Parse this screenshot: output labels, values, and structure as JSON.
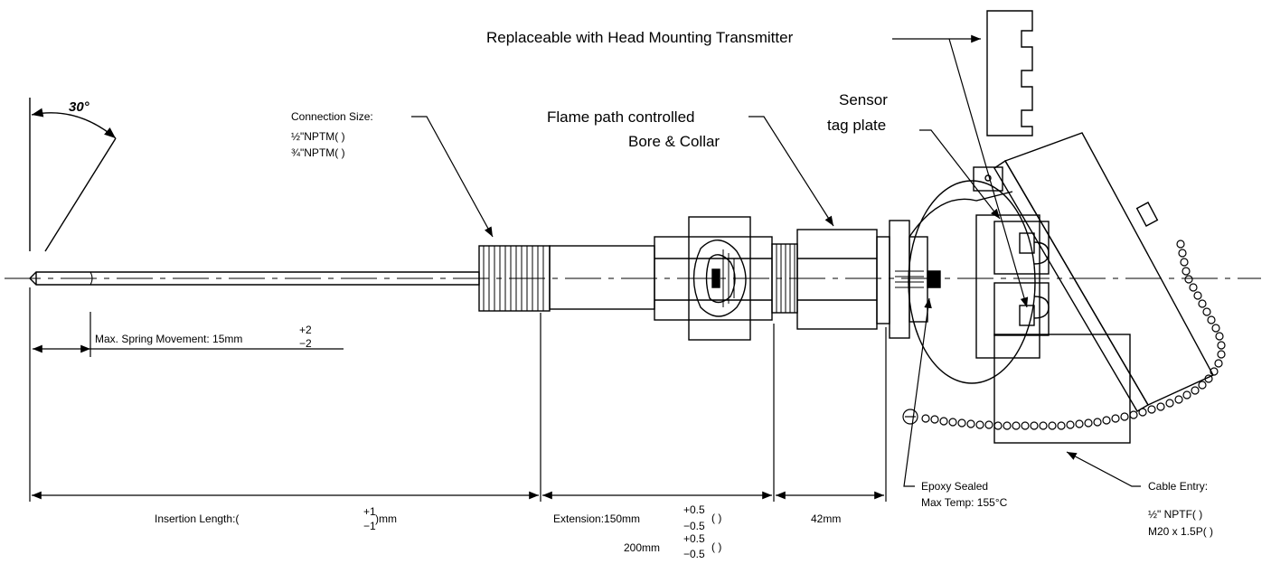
{
  "labels": {
    "transmitter": "Replaceable with Head Mounting Transmitter",
    "angle": "30°",
    "connection_title": "Connection Size:",
    "connection_half": "½\"NPTM(     )",
    "connection_three_quarter": "¾\"NPTM(     )",
    "flame_line1": "Flame path controlled",
    "flame_line2": "Bore & Collar",
    "sensor_line1": "Sensor",
    "sensor_line2": "tag plate",
    "spring_text": "Max. Spring Movement: 15mm",
    "spring_tol_plus": "+2",
    "spring_tol_minus": "−2",
    "insertion_a": "Insertion Length:(",
    "insertion_tol_plus": "+1",
    "insertion_tol_minus": "−1",
    "insertion_b": ")mm",
    "extension_150": "Extension:150mm",
    "ext_tol_plus": "+0.5",
    "ext_tol_minus": "−0.5",
    "ext_paren": "(     )",
    "extension_200": "200mm",
    "ext2_tol_plus": "+0.5",
    "ext2_tol_minus": "−0.5",
    "ext2_paren": "(     )",
    "dim_42": "42mm",
    "epoxy_line1": "Epoxy Sealed",
    "epoxy_line2": "Max Temp: 155°C",
    "cable_title": "Cable Entry:",
    "cable_npt": "½\" NPTF(     )",
    "cable_m20": "M20 x 1.5P(     )"
  }
}
